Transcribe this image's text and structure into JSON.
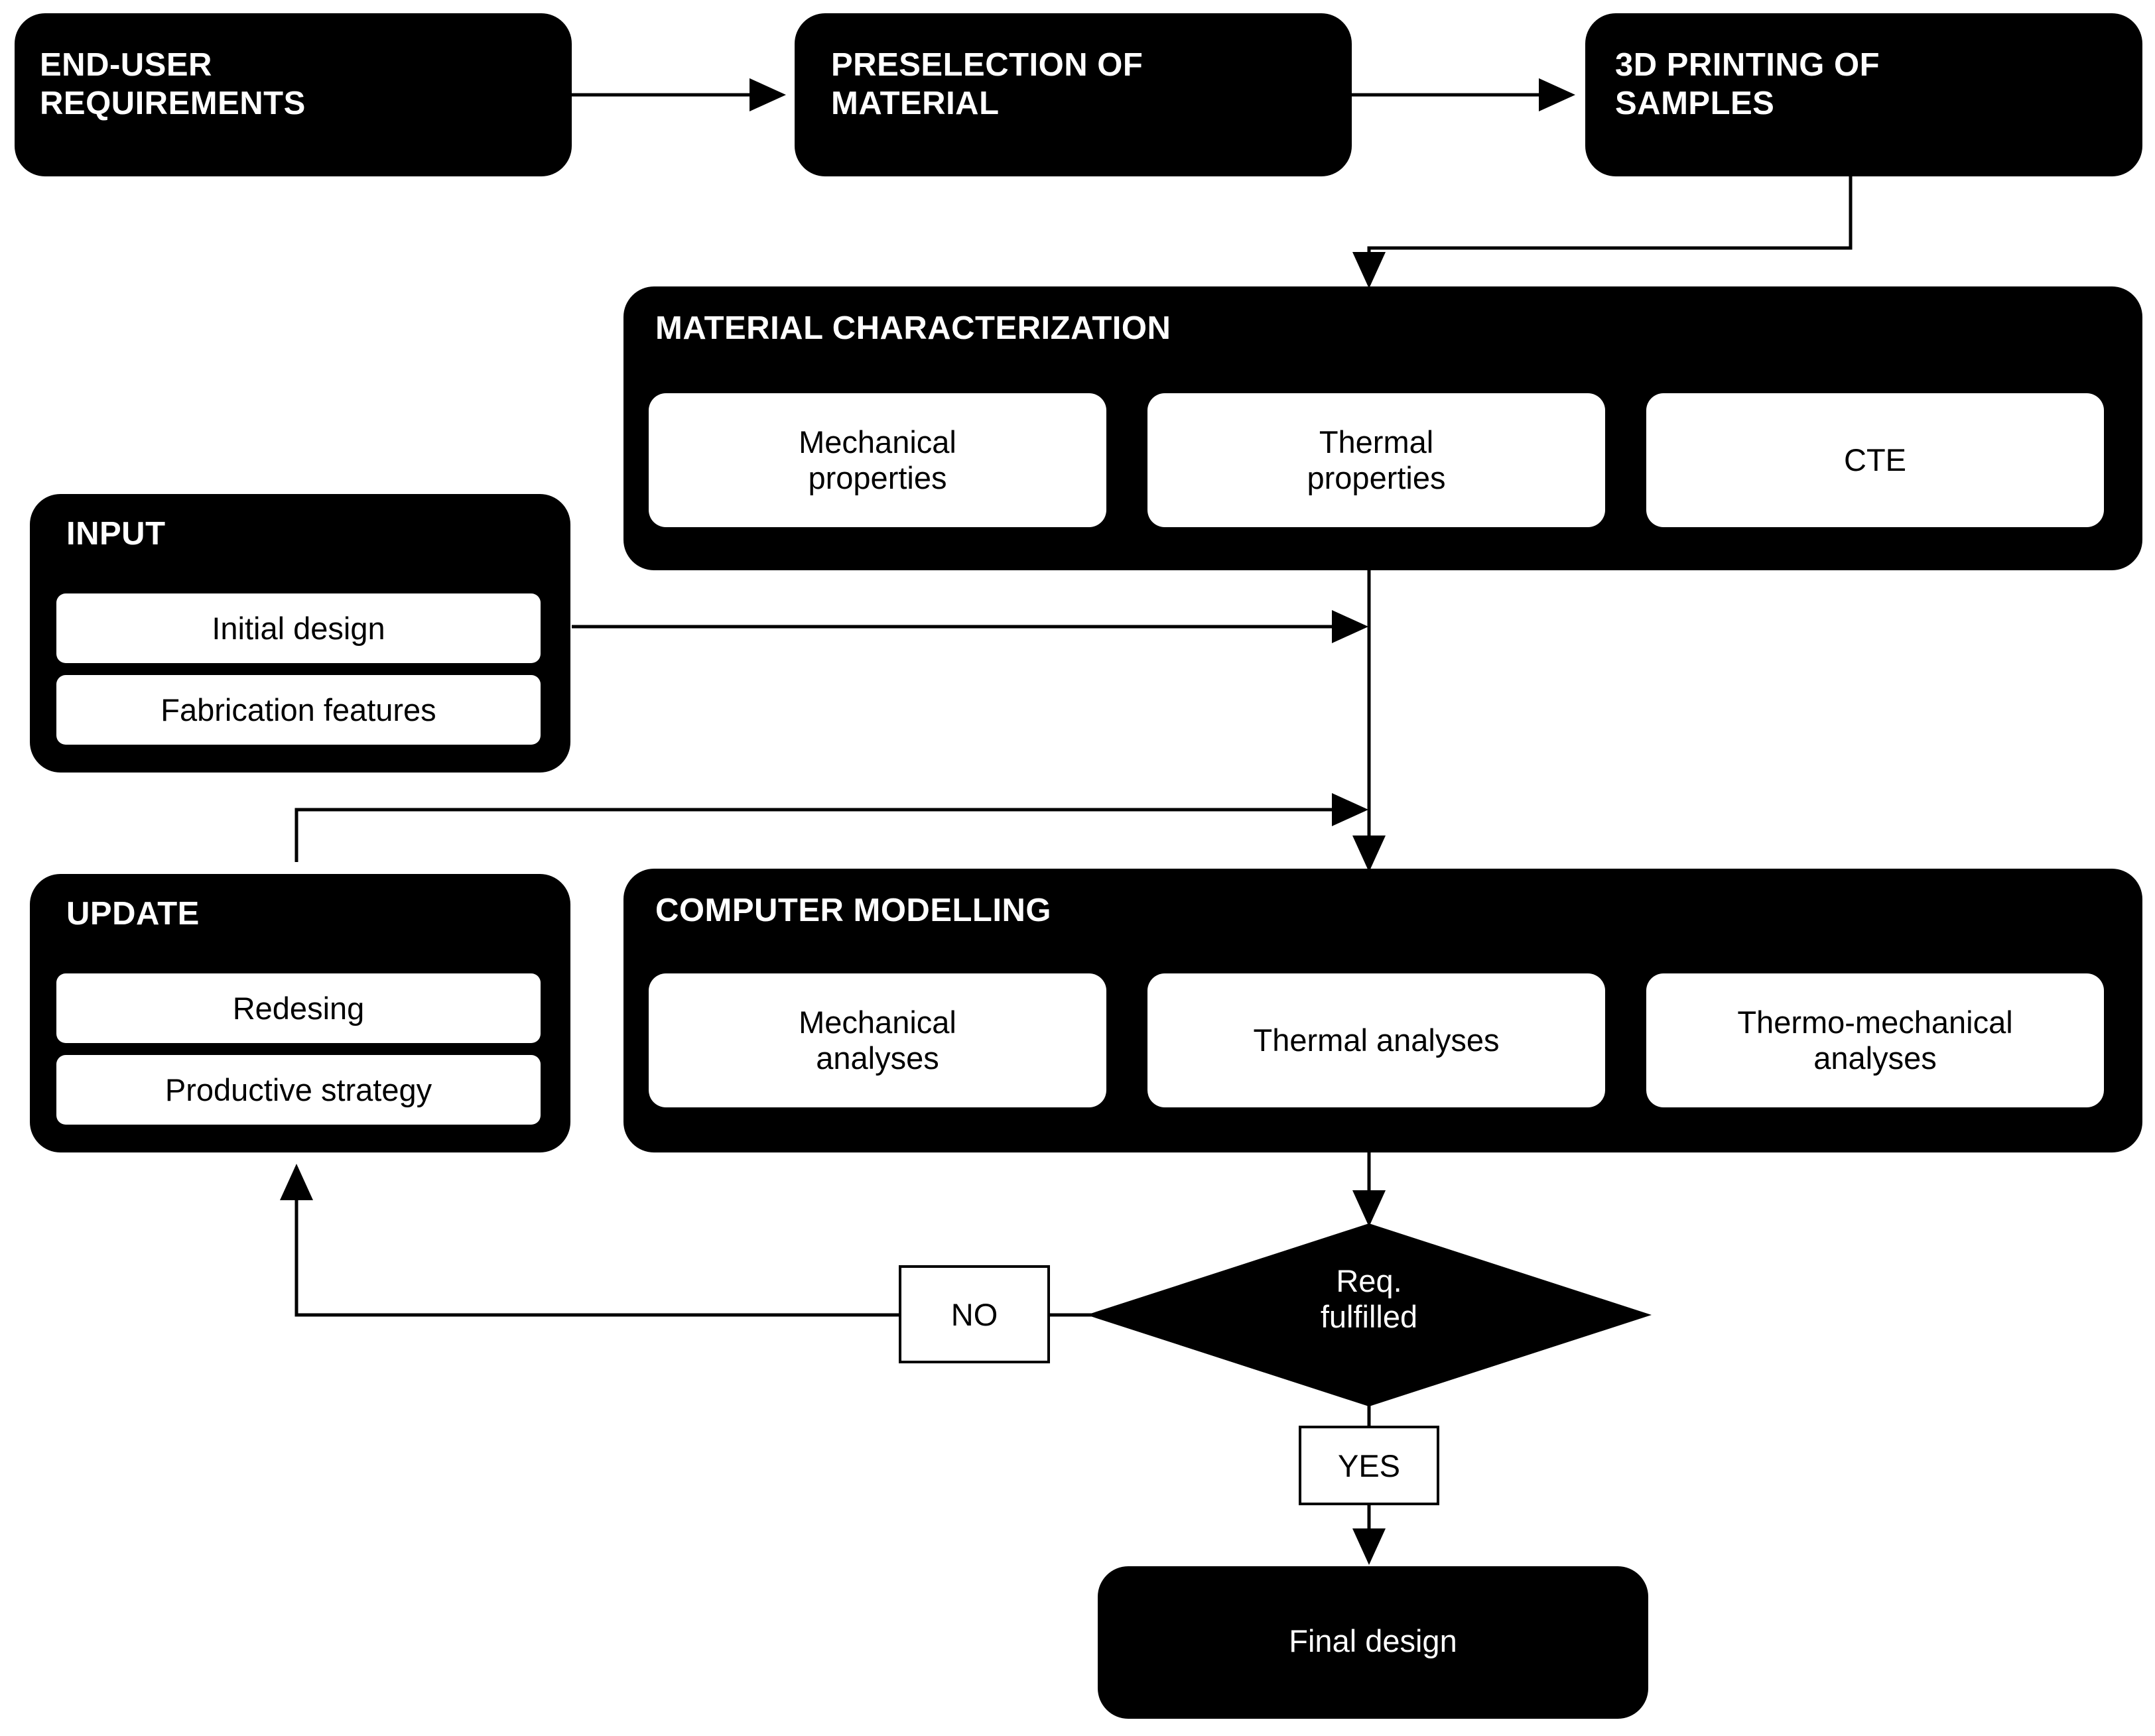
{
  "diagram": {
    "title": "Material selection and design workflow flowchart",
    "colors": {
      "node_fill": "#000000",
      "node_text": "#ffffff",
      "subbox_fill": "#ffffff",
      "subbox_text": "#000000",
      "background": "#ffffff"
    },
    "nodes": {
      "end_user_requirements": {
        "label": "END-USER\nREQUIREMENTS"
      },
      "preselection_of_material": {
        "label": "PRESELECTION OF\nMATERIAL"
      },
      "printing_of_samples": {
        "label": "3D PRINTING OF\nSAMPLES"
      },
      "material_characterization": {
        "label": "MATERIAL CHARACTERIZATION",
        "items": [
          "Mechanical\nproperties",
          "Thermal\nproperties",
          "CTE"
        ]
      },
      "input": {
        "label": "INPUT",
        "items": [
          "Initial design",
          "Fabrication features"
        ]
      },
      "update": {
        "label": "UPDATE",
        "items": [
          "Redesing",
          "Productive strategy"
        ]
      },
      "computer_modelling": {
        "label": "COMPUTER MODELLING",
        "items": [
          "Mechanical\nanalyses",
          "Thermal analyses",
          "Thermo-mechanical\nanalyses"
        ]
      },
      "decision": {
        "label": "Req.\nfulfilled"
      },
      "final_design": {
        "label": "Final design"
      }
    },
    "edge_labels": {
      "no": "NO",
      "yes": "YES"
    }
  }
}
